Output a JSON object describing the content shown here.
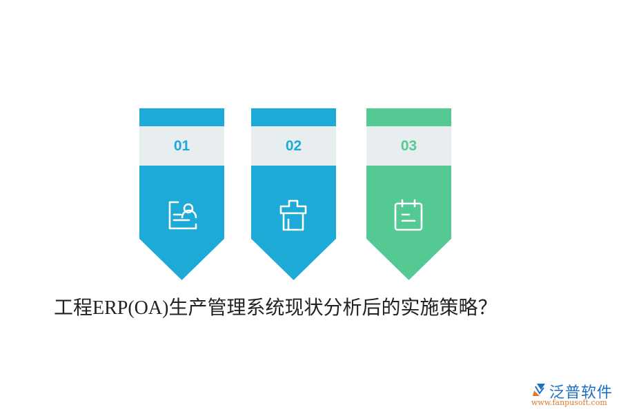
{
  "cards": [
    {
      "number": "01",
      "color": "#1eaad6",
      "icon": "profile-card-icon"
    },
    {
      "number": "02",
      "color": "#1eaad6",
      "icon": "shop-box-icon"
    },
    {
      "number": "03",
      "color": "#55c993",
      "icon": "calendar-note-icon"
    }
  ],
  "title": "工程ERP(OA)生产管理系统现状分析后的实施策略？",
  "logo": {
    "name": "泛普软件",
    "url": "www.fanpusoft.com"
  },
  "colors": {
    "blue": "#1eaad6",
    "green": "#55c993",
    "band": "#e8eef0"
  }
}
